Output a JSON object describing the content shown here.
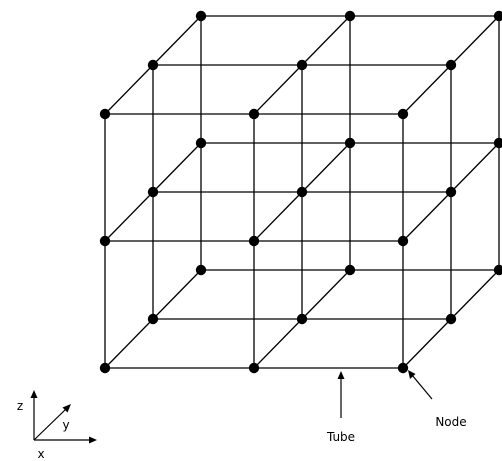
{
  "labels": {
    "tube": "Tube",
    "node": "Node"
  },
  "axes": {
    "x": "x",
    "y": "y",
    "z": "z"
  },
  "colors": {
    "line": "#000000",
    "node": "#000000",
    "background": "#ffffff"
  }
}
